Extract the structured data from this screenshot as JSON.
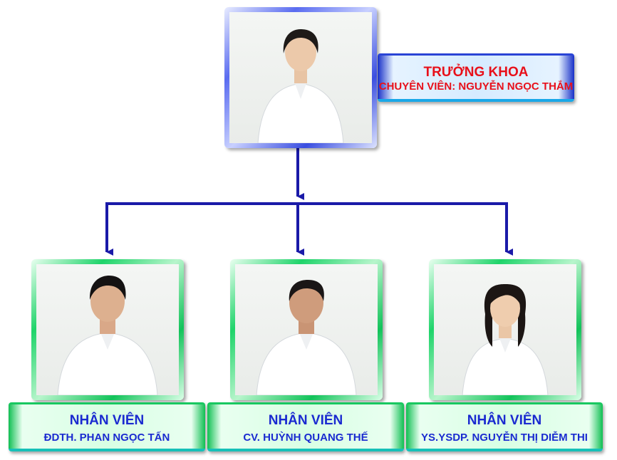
{
  "head": {
    "title": "TRƯỞNG KHOA",
    "subtitle": "CHUYÊN VIÊN: NGUYỄN NGỌC THẮM",
    "colors": {
      "frame": "#3a4ee0",
      "text": "#e8101a"
    }
  },
  "staff": [
    {
      "title": "NHÂN VIÊN",
      "subtitle": "ĐDTH. PHAN NGỌC TẤN"
    },
    {
      "title": "NHÂN VIÊN",
      "subtitle": "CV. HUỲNH QUANG THẾ"
    },
    {
      "title": "NHÂN VIÊN",
      "subtitle": "YS.YSDP. NGUYỄN THỊ DIỄM THI"
    }
  ],
  "colors": {
    "connector": "#1a1aa8",
    "staff_frame": "#12c35a",
    "staff_text": "#1a2ad0"
  }
}
